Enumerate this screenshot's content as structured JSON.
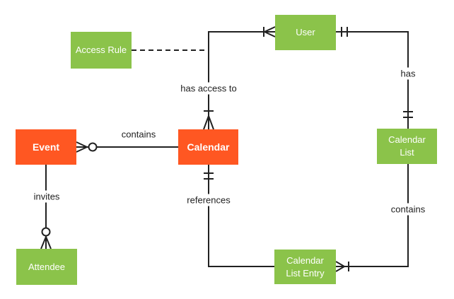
{
  "diagram": {
    "type": "entity-relationship",
    "background": "#ffffff",
    "line_color": "#212121",
    "entity_text_color": "#ffffff",
    "accent_green": "#8bc34a",
    "accent_orange": "#ff5722"
  },
  "entities": {
    "access_rule": {
      "label": "Access Rule",
      "color": "#8bc34a"
    },
    "user": {
      "label": "User",
      "color": "#8bc34a"
    },
    "event": {
      "label": "Event",
      "color": "#ff5722"
    },
    "calendar": {
      "label": "Calendar",
      "color": "#ff5722"
    },
    "calendar_list": {
      "label": "Calendar List",
      "color": "#8bc34a"
    },
    "attendee": {
      "label": "Attendee",
      "color": "#8bc34a"
    },
    "calendar_list_entry": {
      "label": "Calendar List Entry",
      "color": "#8bc34a"
    }
  },
  "relationships": {
    "has_access_to": {
      "label": "has access to",
      "from": "User",
      "to": "Calendar",
      "from_cardinality": "one or many",
      "to_cardinality": "one or many",
      "style": "solid"
    },
    "access_rule_link": {
      "label": "",
      "from": "Access Rule",
      "to": "has access to",
      "from_cardinality": "",
      "to_cardinality": "",
      "style": "dashed"
    },
    "has": {
      "label": "has",
      "from": "User",
      "to": "Calendar List",
      "from_cardinality": "one and only one",
      "to_cardinality": "one and only one",
      "style": "solid"
    },
    "contains_events": {
      "label": "contains",
      "from": "Calendar",
      "to": "Event",
      "from_cardinality": "",
      "to_cardinality": "zero or many",
      "style": "solid"
    },
    "invites": {
      "label": "invites",
      "from": "Event",
      "to": "Attendee",
      "from_cardinality": "",
      "to_cardinality": "zero or many",
      "style": "solid"
    },
    "references": {
      "label": "references",
      "from": "Calendar List Entry",
      "to": "Calendar",
      "from_cardinality": "",
      "to_cardinality": "one and only one",
      "style": "solid"
    },
    "contains_entries": {
      "label": "contains",
      "from": "Calendar List",
      "to": "Calendar List Entry",
      "from_cardinality": "",
      "to_cardinality": "one or many",
      "style": "solid"
    }
  }
}
